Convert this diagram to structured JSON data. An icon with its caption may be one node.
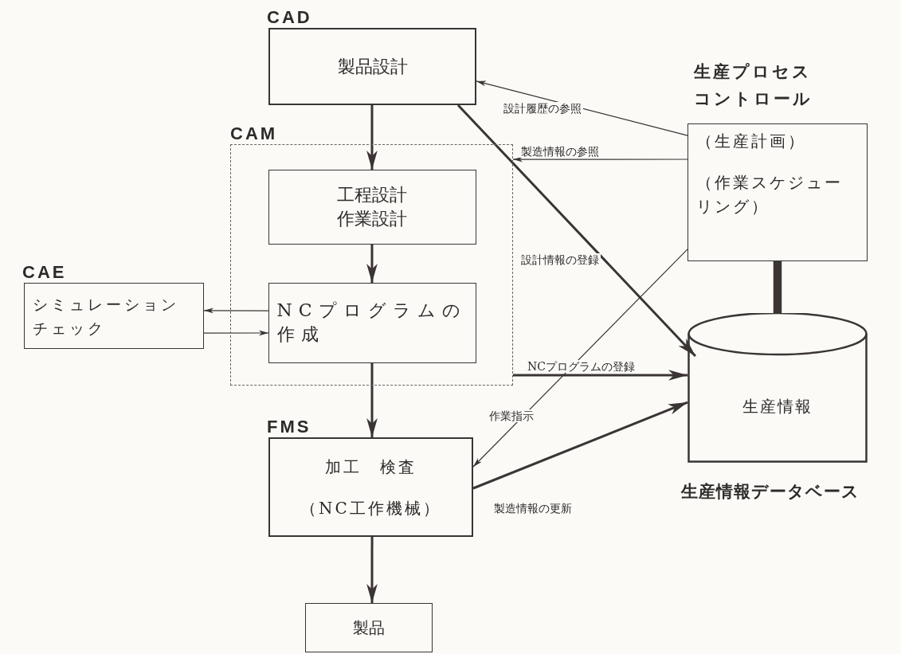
{
  "diagram": {
    "nodes": [
      {
        "text": [
          "CAD",
          "製品設計"
        ]
      },
      {
        "text": [
          "CAM"
        ]
      },
      {
        "text": [
          "工程設計作業設計"
        ],
        "in": 1
      },
      {
        "text": [
          "NCプログラムの作成"
        ],
        "in": 1
      },
      {
        "text": [
          "CAE",
          "シミュレーションチェック"
        ]
      },
      {
        "text": [
          "生産プロセスコントロール",
          "（生産計画）",
          "（作業スケジューリング）"
        ]
      },
      {
        "text": [
          "生産情報"
        ],
        "beside": [
          "生産情報データベース"
        ]
      },
      {
        "text": [
          "FMS",
          "加工　検査",
          "（NC工作機械）"
        ]
      },
      {
        "text": [
          "製品"
        ]
      }
    ],
    "edges": [
      {
        "from": 0,
        "to": 2,
        "arrow": "to"
      },
      {
        "from": 2,
        "to": 3,
        "arrow": "to"
      },
      {
        "from": 3,
        "to": 4,
        "arrow": "to"
      },
      {
        "from": 4,
        "to": 3,
        "arrow": "to"
      },
      {
        "from": 3,
        "to": 7,
        "arrow": "to"
      },
      {
        "from": 7,
        "to": 8,
        "arrow": "to"
      },
      {
        "from": 0,
        "to": 6,
        "arrow": "to",
        "label": "設計情報の登録"
      },
      {
        "from": 5,
        "to": 0,
        "arrow": "to",
        "label": "設計履歴の参照"
      },
      {
        "from": 5,
        "to": 1,
        "arrow": "to",
        "label": "製造情報の参照"
      },
      {
        "from": 5,
        "to": 7,
        "arrow": "to",
        "label": "作業指示"
      },
      {
        "from": 1,
        "to": 6,
        "arrow": "to",
        "label": "NCプログラムの登録"
      },
      {
        "from": 7,
        "to": 6,
        "arrow": "to",
        "label": "製造情報の更新"
      },
      {
        "from": 5,
        "to": 6,
        "arrow": "none",
        "style": "thick"
      }
    ]
  }
}
